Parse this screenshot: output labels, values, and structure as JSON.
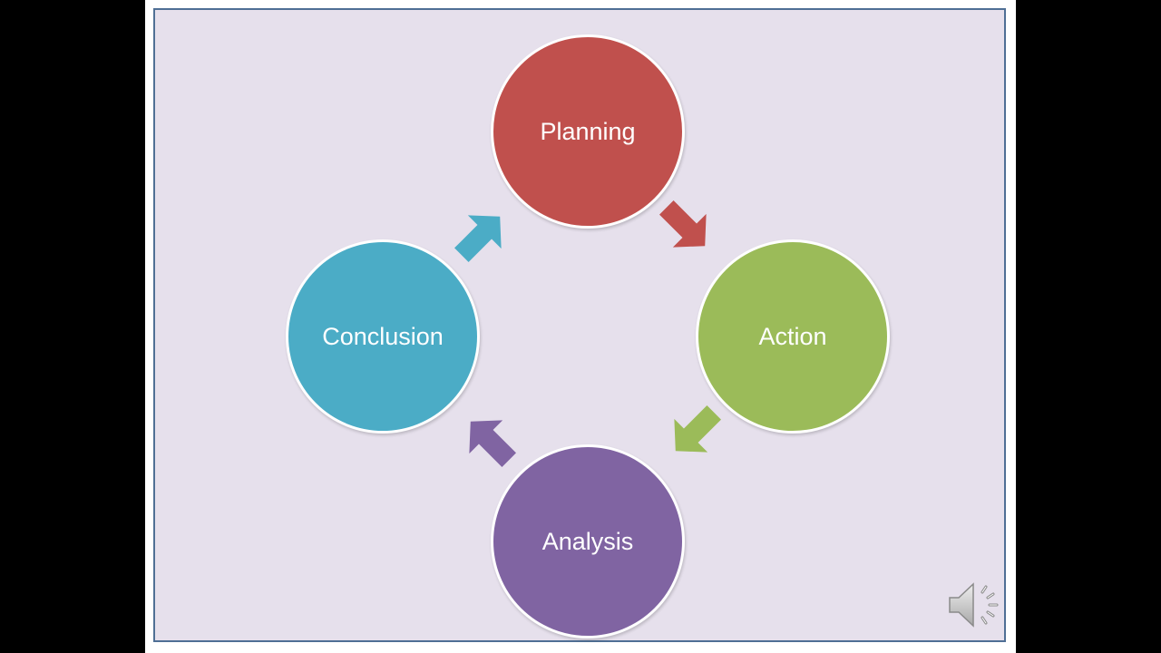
{
  "diagram": {
    "nodes": [
      {
        "id": "planning",
        "label": "Planning",
        "color": "#c0504d"
      },
      {
        "id": "action",
        "label": "Action",
        "color": "#9bbb59"
      },
      {
        "id": "analysis",
        "label": "Analysis",
        "color": "#8064a2"
      },
      {
        "id": "conclusion",
        "label": "Conclusion",
        "color": "#4bacc6"
      }
    ],
    "edges": [
      {
        "from": "planning",
        "to": "action",
        "color": "#c0504d"
      },
      {
        "from": "action",
        "to": "analysis",
        "color": "#9bbb59"
      },
      {
        "from": "analysis",
        "to": "conclusion",
        "color": "#8064a2"
      },
      {
        "from": "conclusion",
        "to": "planning",
        "color": "#4bacc6"
      }
    ]
  },
  "audio_icon": "speaker-icon",
  "colors": {
    "slide_background": "#e6e0ec",
    "slide_border": "#4f6f95",
    "letterbox": "#000000"
  }
}
